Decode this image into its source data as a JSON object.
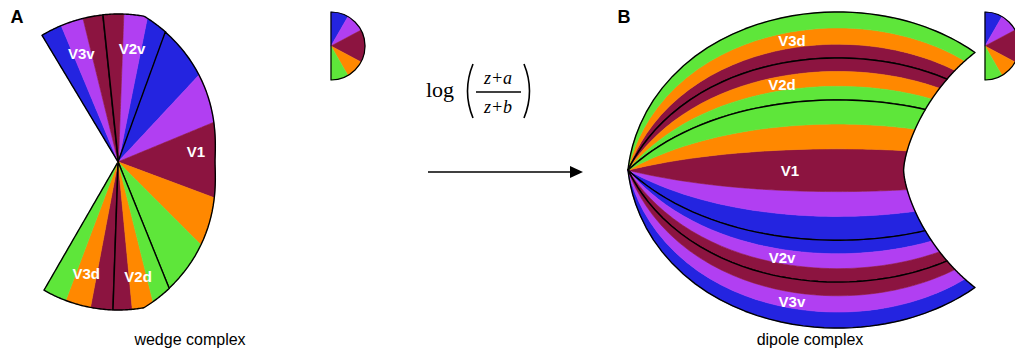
{
  "diagram": {
    "nodes": [
      {
        "text": [
          "V3v"
        ]
      },
      {
        "text": [
          "V2v"
        ]
      },
      {
        "text": [
          "V1"
        ]
      },
      {
        "text": [
          "V3d"
        ]
      },
      {
        "text": [
          "V2d"
        ]
      },
      {
        "text": [
          "V3d"
        ]
      },
      {
        "text": [
          "V2d"
        ]
      },
      {
        "text": [
          "V1"
        ]
      },
      {
        "text": [
          "V2v"
        ]
      },
      {
        "text": [
          "V3v"
        ]
      }
    ],
    "labels": [
      "A",
      "B",
      "log",
      "z+a",
      "z+b",
      "wedge complex",
      "dipole complex"
    ]
  }
}
